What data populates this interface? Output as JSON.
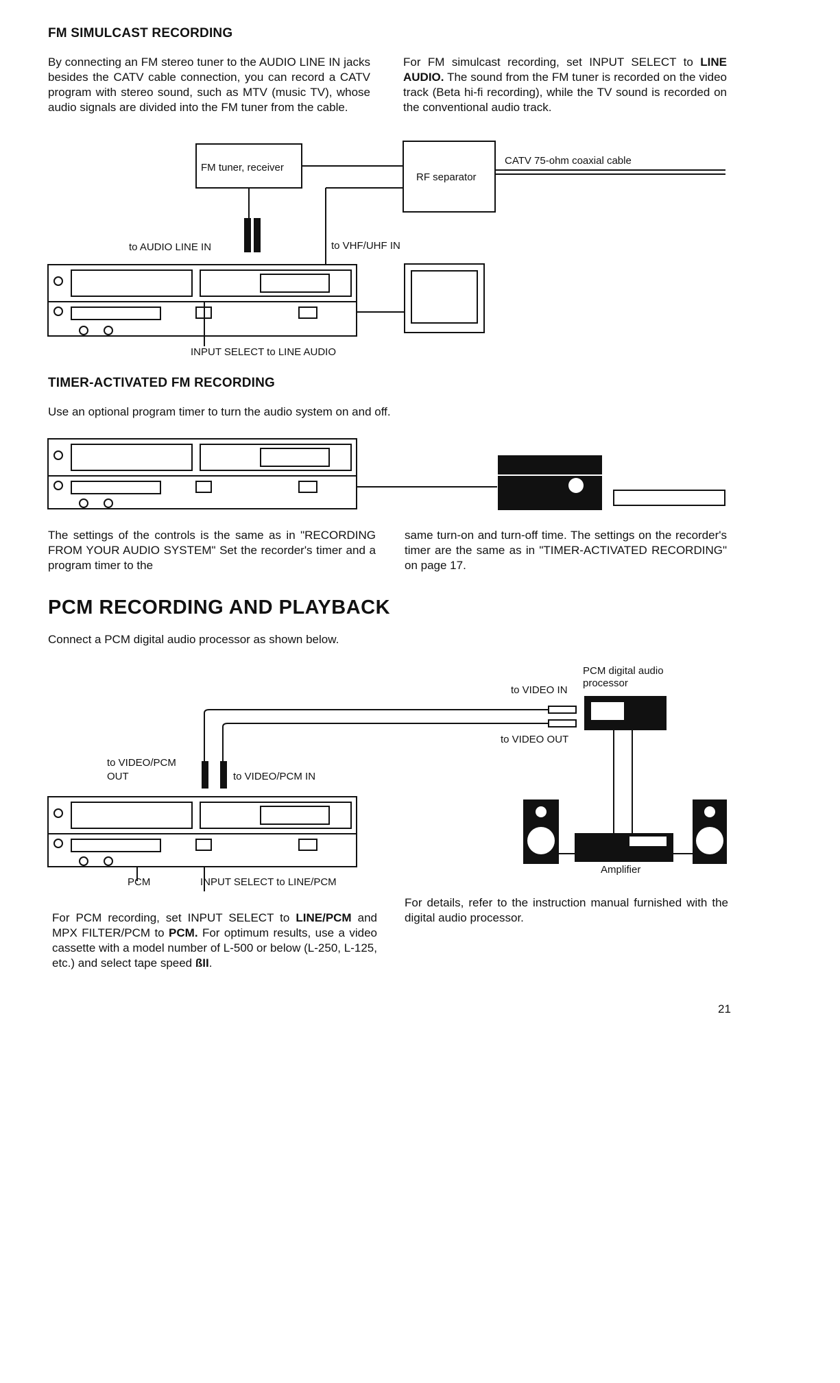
{
  "fm_simulcast": {
    "heading": "FM SIMULCAST RECORDING",
    "para_left": "By connecting an FM stereo tuner to the AUDIO LINE IN jacks besides the CATV cable connection, you can record a CATV program with stereo sound, such as MTV (music TV), whose audio signals are divided into the FM tuner from the cable.",
    "para_right_a": "For FM simulcast recording, set INPUT SELECT to ",
    "para_right_b": "LINE AUDIO.",
    "para_right_c": " The sound from the FM tuner is recorded on the video track (Beta hi-fi recording), while the TV sound is recorded on the conventional audio track.",
    "diagram": {
      "fm_tuner": "FM tuner, receiver",
      "rf_separator": "RF separator",
      "catv_cable": "CATV 75-ohm coaxial cable",
      "to_audio_line_in": "to AUDIO LINE IN",
      "to_vhf_uhf_in": "to VHF/UHF IN",
      "input_select": "INPUT SELECT to LINE AUDIO"
    }
  },
  "timer_fm": {
    "heading": "TIMER-ACTIVATED FM RECORDING",
    "intro": "Use an optional program timer to turn the audio system on and off.",
    "para_left": "The settings of the controls is the same as in \"RECORDING FROM YOUR AUDIO SYSTEM\" Set the recorder's timer and a program timer to the",
    "para_right": "same turn-on and turn-off time. The settings on the recorder's timer are the same as in \"TIMER-ACTIVATED RECORDING\" on page 17."
  },
  "pcm": {
    "heading": "PCM RECORDING AND PLAYBACK",
    "intro": "Connect a PCM digital audio processor as shown below.",
    "diagram": {
      "pcm_processor_1": "PCM digital audio",
      "pcm_processor_2": "processor",
      "to_video_in": "to VIDEO IN",
      "to_video_out": "to VIDEO OUT",
      "to_video_pcm_out_1": "to VIDEO/PCM",
      "to_video_pcm_out_2": "OUT",
      "to_video_pcm_in": "to VIDEO/PCM IN",
      "pcm": "PCM",
      "input_select": "INPUT SELECT to LINE/PCM",
      "amplifier": "Amplifier"
    },
    "para_left_a": "For PCM recording, set INPUT SELECT to ",
    "para_left_b": "LINE/PCM",
    "para_left_c": " and MPX FILTER/PCM to ",
    "para_left_d": "PCM.",
    "para_left_e": " For optimum results, use a video cassette with a model number of L-500 or below (L-250, L-125, etc.) and select tape speed ",
    "tape_speed": "ßII",
    "para_left_f": ".",
    "para_right": "For details, refer to the instruction manual furnished with the digital audio processor."
  },
  "page_number": "21"
}
